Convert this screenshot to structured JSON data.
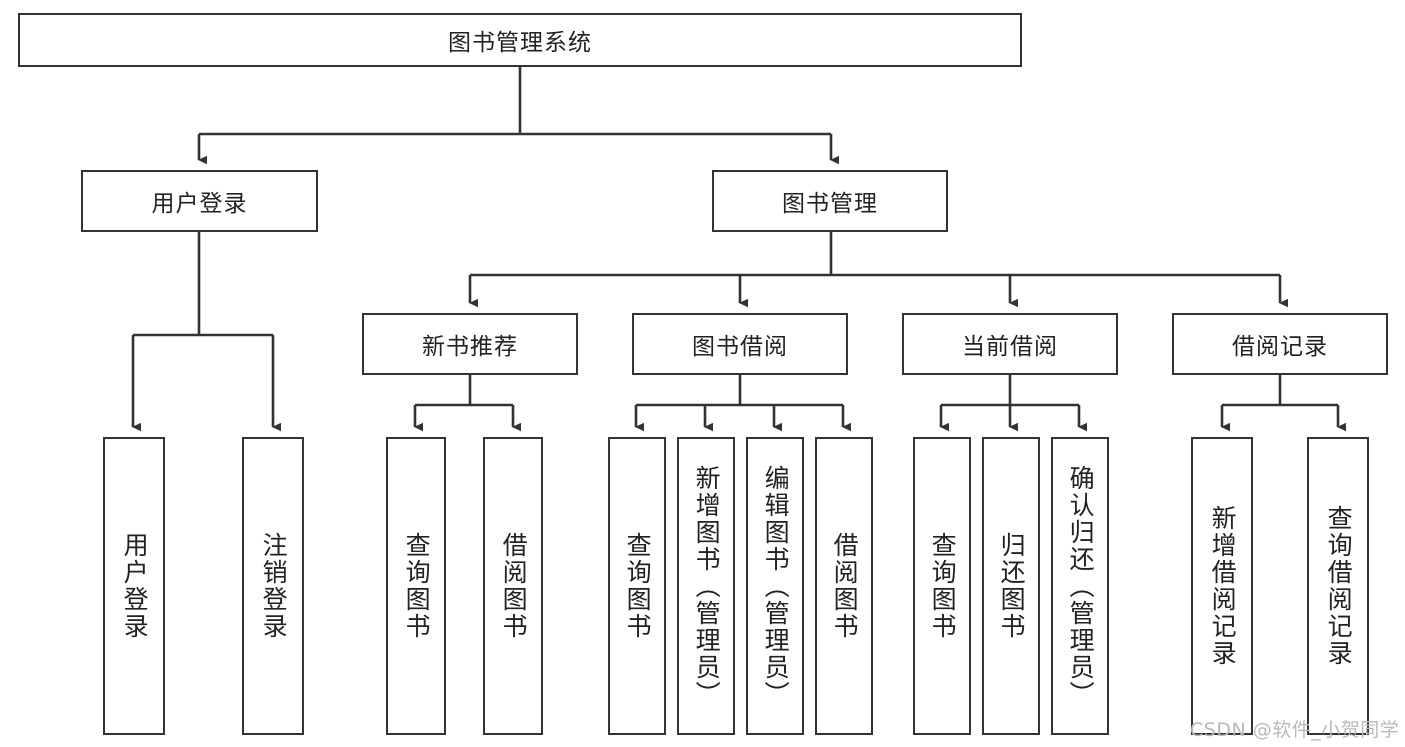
{
  "diagram": {
    "title": "图书管理系统",
    "watermark": "CSDN @软件_小贺同学",
    "colors": {
      "border": "#333333",
      "background": "#ffffff",
      "text": "#222222",
      "watermark": "#b9b9b9"
    },
    "levels": {
      "root": {
        "label": "图书管理系统"
      },
      "level2": [
        {
          "label": "用户登录"
        },
        {
          "label": "图书管理"
        }
      ],
      "level3": [
        {
          "label": "新书推荐"
        },
        {
          "label": "图书借阅"
        },
        {
          "label": "当前借阅"
        },
        {
          "label": "借阅记录"
        }
      ],
      "leaves": {
        "user_login": [
          {
            "label": "用户登录"
          },
          {
            "label": "注销登录"
          }
        ],
        "new_book_recommend": [
          {
            "label": "查询图书"
          },
          {
            "label": "借阅图书"
          }
        ],
        "book_borrow": [
          {
            "label": "查询图书"
          },
          {
            "label": "新增图书（管理员）"
          },
          {
            "label": "编辑图书（管理员）"
          },
          {
            "label": "借阅图书"
          }
        ],
        "current_borrow": [
          {
            "label": "查询图书"
          },
          {
            "label": "归还图书"
          },
          {
            "label": "确认归还（管理员）"
          }
        ],
        "borrow_record": [
          {
            "label": "新增借阅记录"
          },
          {
            "label": "查询借阅记录"
          }
        ]
      }
    }
  }
}
